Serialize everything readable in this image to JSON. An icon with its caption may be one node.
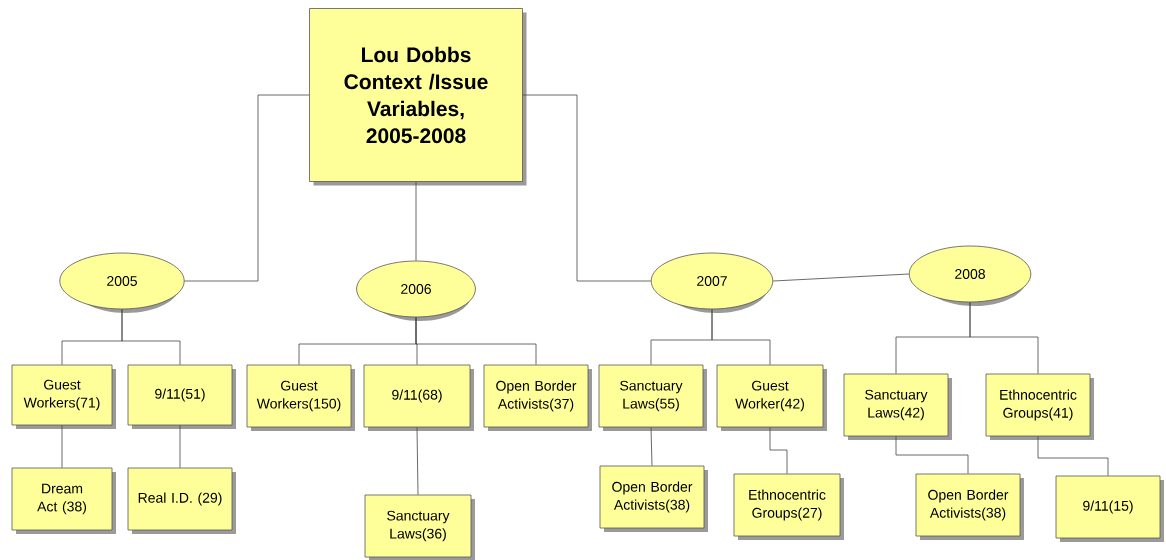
{
  "diagram": {
    "nodes": [
      {
        "text": [
          "Lou Dobbs Context /Issue Variables, 2005-2008"
        ]
      },
      {
        "text": [
          "2005"
        ]
      },
      {
        "text": [
          "Guest Workers(71)"
        ]
      },
      {
        "text": [
          "9/11(51)"
        ]
      },
      {
        "text": [
          "Dream Act (38)"
        ]
      },
      {
        "text": [
          "Real I.D. (29)"
        ]
      },
      {
        "text": [
          "2006"
        ]
      },
      {
        "text": [
          "Guest Workers(150)"
        ]
      },
      {
        "text": [
          "9/11(68)"
        ]
      },
      {
        "text": [
          "Open Border Activists(37)"
        ]
      },
      {
        "text": [
          "Sanctuary Laws(36)"
        ]
      },
      {
        "text": [
          "2007"
        ]
      },
      {
        "text": [
          "Sanctuary Laws(55)"
        ]
      },
      {
        "text": [
          "Guest Worker(42)"
        ]
      },
      {
        "text": [
          "Open Border Activists(38)"
        ]
      },
      {
        "text": [
          "Ethnocentric Groups(27)"
        ]
      },
      {
        "text": [
          "2008"
        ]
      },
      {
        "text": [
          "Sanctuary Laws(42)"
        ]
      },
      {
        "text": [
          "Ethnocentric Groups(41)"
        ]
      },
      {
        "text": [
          "Open Border Activists(38)"
        ]
      },
      {
        "text": [
          "9/11(15)"
        ]
      }
    ],
    "edges": [
      {
        "from": 0,
        "to": 1,
        "arrow": "none"
      },
      {
        "from": 0,
        "to": 6,
        "arrow": "none"
      },
      {
        "from": 0,
        "to": 11,
        "arrow": "none"
      },
      {
        "from": 11,
        "to": 16,
        "arrow": "none"
      },
      {
        "from": 1,
        "to": 2,
        "arrow": "none"
      },
      {
        "from": 1,
        "to": 3,
        "arrow": "none"
      },
      {
        "from": 2,
        "to": 4,
        "arrow": "none"
      },
      {
        "from": 3,
        "to": 5,
        "arrow": "none"
      },
      {
        "from": 6,
        "to": 7,
        "arrow": "none"
      },
      {
        "from": 6,
        "to": 8,
        "arrow": "none"
      },
      {
        "from": 6,
        "to": 9,
        "arrow": "none"
      },
      {
        "from": 8,
        "to": 10,
        "arrow": "none"
      },
      {
        "from": 11,
        "to": 12,
        "arrow": "none"
      },
      {
        "from": 11,
        "to": 13,
        "arrow": "none"
      },
      {
        "from": 12,
        "to": 14,
        "arrow": "none"
      },
      {
        "from": 13,
        "to": 15,
        "arrow": "none"
      },
      {
        "from": 16,
        "to": 17,
        "arrow": "none"
      },
      {
        "from": 16,
        "to": 18,
        "arrow": "none"
      },
      {
        "from": 17,
        "to": 19,
        "arrow": "none"
      },
      {
        "from": 18,
        "to": 20,
        "arrow": "none"
      }
    ]
  }
}
